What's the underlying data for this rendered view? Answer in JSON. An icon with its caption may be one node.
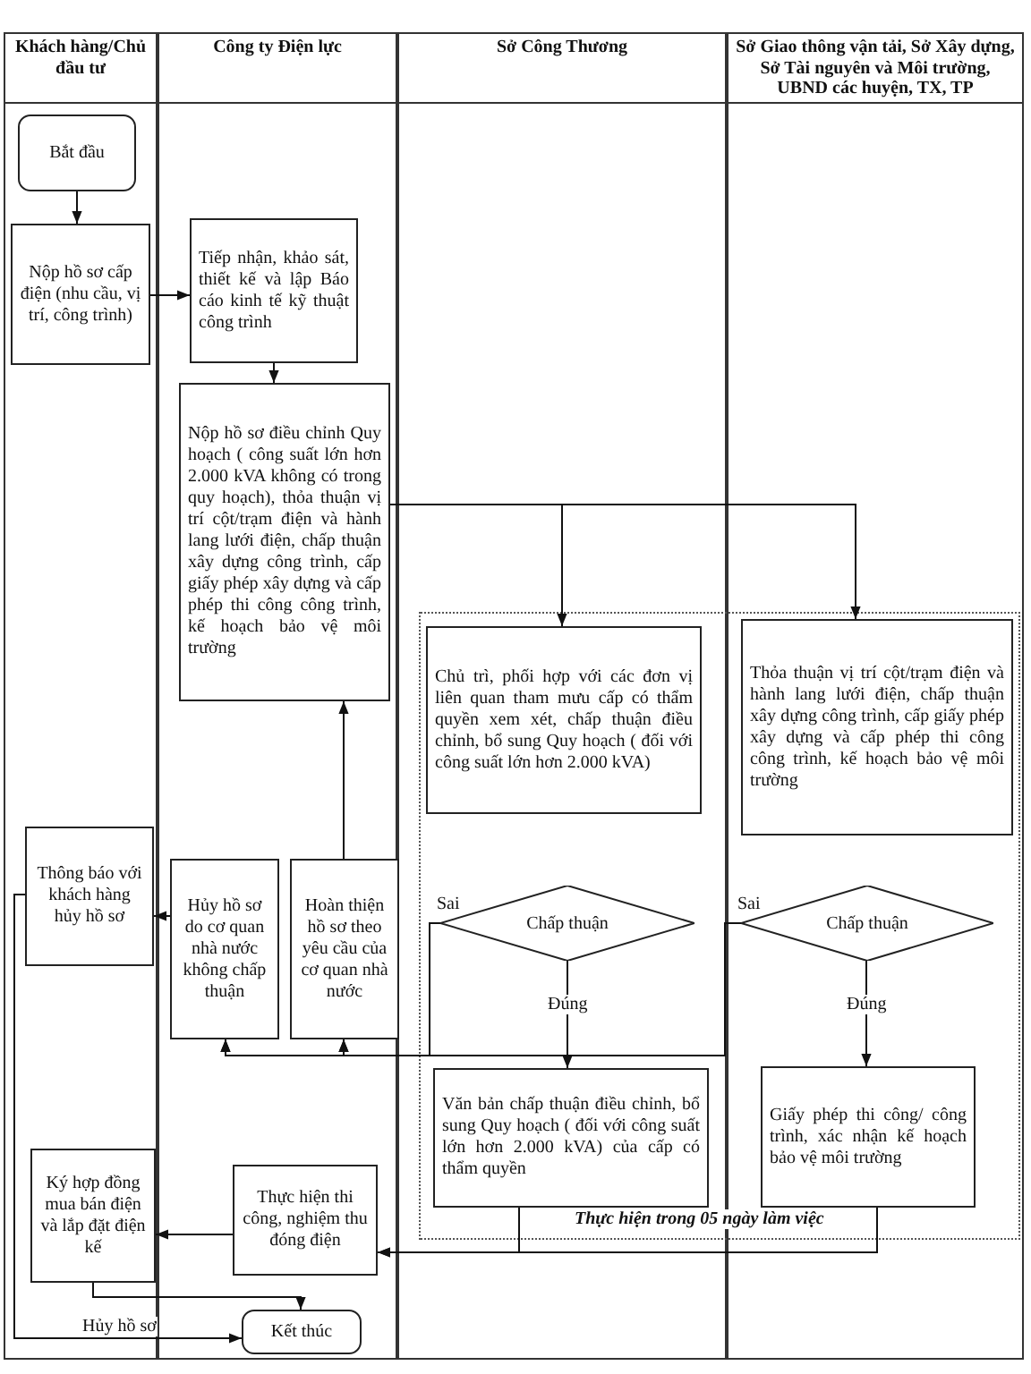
{
  "diagram": {
    "nodes": [
      {
        "text": [
          "Bắt đầu"
        ]
      },
      {
        "text": [
          "Nộp hồ sơ cấp điện (nhu cầu, vị trí, công trình)"
        ]
      },
      {
        "text": [
          "Tiếp nhận, khảo sát, thiết kế và lập Báo cáo kinh tế kỹ thuật công trình"
        ]
      },
      {
        "text": [
          "Nộp hồ sơ điều chỉnh Quy hoạch ( công suất lớn hơn 2.000 kVA không có trong quy hoạch), thỏa thuận vị trí cột/trạm điện và hành lang lưới điện, chấp thuận xây dựng công trình, cấp giấy phép xây dựng và cấp phép thi công công trình, kế hoạch bảo vệ môi trường"
        ]
      },
      {
        "text": [
          "Thực hiện trong 05 ngày làm việc"
        ]
      },
      {
        "text": [
          "Chủ trì, phối hợp với các đơn vị liên quan tham mưu cấp có thẩm quyền xem xét, chấp thuận điều chỉnh, bổ sung Quy hoạch ( đối với công suất lớn hơn 2.000 kVA)"
        ],
        "in": 4
      },
      {
        "text": [
          "Thỏa thuận vị trí cột/trạm điện và hành lang lưới điện, chấp thuận xây dựng công trình, cấp giấy phép xây dựng và cấp phép thi công công trình, kế hoạch bảo vệ môi trường"
        ],
        "in": 4
      },
      {
        "text": [
          "Chấp thuận"
        ],
        "in": 4
      },
      {
        "text": [
          "Chấp thuận"
        ],
        "in": 4
      },
      {
        "text": [
          "Văn bản chấp thuận điều chỉnh, bổ sung Quy hoạch ( đối với công suất lớn hơn 2.000 kVA) của cấp có thẩm quyền"
        ],
        "in": 4
      },
      {
        "text": [
          "Giấy phép thi công/ công trình, xác nhận kế hoạch bảo vệ môi trường"
        ],
        "in": 4
      },
      {
        "text": [
          "Thông báo với khách hàng hủy hồ sơ"
        ]
      },
      {
        "text": [
          "Hủy hồ sơ do cơ quan nhà nước không chấp thuận"
        ]
      },
      {
        "text": [
          "Hoàn thiện hồ sơ theo yêu cầu của cơ quan nhà nước"
        ]
      },
      {
        "text": [
          "Ký hợp đồng mua bán điện và lắp đặt điện kế"
        ]
      },
      {
        "text": [
          "Thực hiện thi công, nghiệm thu đóng điện"
        ]
      },
      {
        "text": [
          "Kết thúc"
        ]
      }
    ],
    "edges": [
      {
        "from": 0,
        "to": 1,
        "arrow": "to"
      },
      {
        "from": 1,
        "to": 2,
        "arrow": "to"
      },
      {
        "from": 2,
        "to": 3,
        "arrow": "to"
      },
      {
        "from": 3,
        "to": 5,
        "arrow": "to"
      },
      {
        "from": 3,
        "to": 6,
        "arrow": "to"
      },
      {
        "from": 7,
        "to": 9,
        "arrow": "to",
        "label": "Đúng"
      },
      {
        "from": 8,
        "to": 10,
        "arrow": "to",
        "label": "Đúng"
      },
      {
        "from": 7,
        "to": 12,
        "arrow": "to",
        "label": "Sai"
      },
      {
        "from": 7,
        "to": 13,
        "arrow": "to"
      },
      {
        "from": 8,
        "to": 12,
        "arrow": "to",
        "label": "Sai"
      },
      {
        "from": 8,
        "to": 13,
        "arrow": "to"
      },
      {
        "from": 13,
        "to": 3,
        "arrow": "to"
      },
      {
        "from": 12,
        "to": 11,
        "arrow": "to"
      },
      {
        "from": 11,
        "to": 16,
        "arrow": "to",
        "label": "Hủy hồ sơ"
      },
      {
        "from": 9,
        "to": 15,
        "arrow": "to"
      },
      {
        "from": 10,
        "to": 15,
        "arrow": "to"
      },
      {
        "from": 15,
        "to": 14,
        "arrow": "to"
      },
      {
        "from": 14,
        "to": 16,
        "arrow": "to"
      }
    ],
    "labels": [
      "Khách hàng/Chủ đầu tư",
      "Công ty Điện lực",
      "Sở Công Thương",
      "Sở Giao thông vận tải, Sở Xây dựng, Sở Tài nguyên và Môi trường, UBND các huyện, TX, TP"
    ]
  }
}
